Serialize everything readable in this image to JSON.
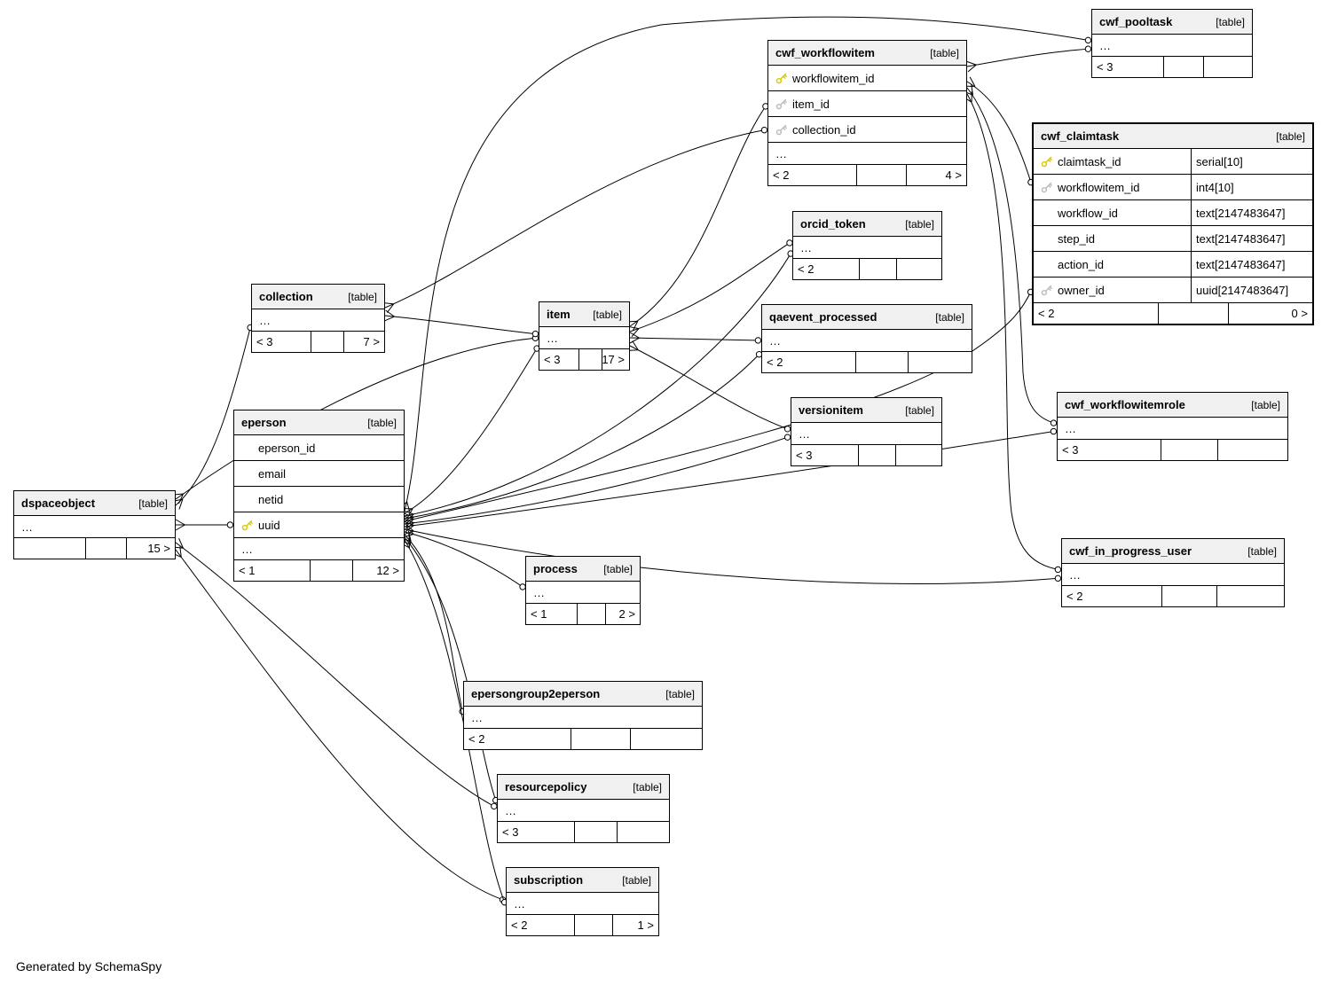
{
  "diagram": {
    "footer_note": "Generated by SchemaSpy",
    "colors": {
      "primary_key": "#dcc800",
      "foreign_key": "#bdbdbd",
      "header_background": "#f0f0f0",
      "line": "#000000"
    },
    "tables": [
      {
        "id": "dspaceobject",
        "title": "dspaceobject",
        "tag": "[table]",
        "columns": 1,
        "emphasized": false,
        "rows": [
          {
            "name": "…"
          }
        ],
        "footer": {
          "left": "",
          "mid": "",
          "right": "15 >"
        }
      },
      {
        "id": "eperson",
        "title": "eperson",
        "tag": "[table]",
        "columns": 1,
        "emphasized": false,
        "rows": [
          {
            "name": "eperson_id"
          },
          {
            "name": "email"
          },
          {
            "name": "netid"
          },
          {
            "name": "uuid",
            "key": "pk"
          },
          {
            "name": "…"
          }
        ],
        "footer": {
          "left": "< 1",
          "mid": "",
          "right": "12 >"
        }
      },
      {
        "id": "collection",
        "title": "collection",
        "tag": "[table]",
        "columns": 1,
        "emphasized": false,
        "rows": [
          {
            "name": "…"
          }
        ],
        "footer": {
          "left": "< 3",
          "mid": "",
          "right": "7 >"
        }
      },
      {
        "id": "item",
        "title": "item",
        "tag": "[table]",
        "columns": 1,
        "emphasized": false,
        "rows": [
          {
            "name": "…"
          }
        ],
        "footer": {
          "left": "< 3",
          "mid": "",
          "right": "17 >"
        }
      },
      {
        "id": "cwf_workflowitem",
        "title": "cwf_workflowitem",
        "tag": "[table]",
        "columns": 1,
        "emphasized": false,
        "rows": [
          {
            "name": "workflowitem_id",
            "key": "pk"
          },
          {
            "name": "item_id",
            "key": "fk"
          },
          {
            "name": "collection_id",
            "key": "fk"
          },
          {
            "name": "…"
          }
        ],
        "footer": {
          "left": "< 2",
          "mid": "",
          "right": "4 >"
        }
      },
      {
        "id": "cwf_pooltask",
        "title": "cwf_pooltask",
        "tag": "[table]",
        "columns": 1,
        "emphasized": false,
        "rows": [
          {
            "name": "…"
          }
        ],
        "footer": {
          "left": "< 3",
          "mid": "",
          "right": ""
        }
      },
      {
        "id": "cwf_claimtask",
        "title": "cwf_claimtask",
        "tag": "[table]",
        "columns": 2,
        "emphasized": true,
        "rows": [
          {
            "name": "claimtask_id",
            "key": "pk",
            "type": "serial[10]"
          },
          {
            "name": "workflowitem_id",
            "key": "fk",
            "type": "int4[10]"
          },
          {
            "name": "workflow_id",
            "type": "text[2147483647]"
          },
          {
            "name": "step_id",
            "type": "text[2147483647]"
          },
          {
            "name": "action_id",
            "type": "text[2147483647]"
          },
          {
            "name": "owner_id",
            "key": "fk",
            "type": "uuid[2147483647]"
          }
        ],
        "footer": {
          "left": "< 2",
          "mid": "",
          "right": "0 >"
        }
      },
      {
        "id": "orcid_token",
        "title": "orcid_token",
        "tag": "[table]",
        "columns": 1,
        "emphasized": false,
        "rows": [
          {
            "name": "…"
          }
        ],
        "footer": {
          "left": "< 2",
          "mid": "",
          "right": ""
        }
      },
      {
        "id": "qaevent_processed",
        "title": "qaevent_processed",
        "tag": "[table]",
        "columns": 1,
        "emphasized": false,
        "rows": [
          {
            "name": "…"
          }
        ],
        "footer": {
          "left": "< 2",
          "mid": "",
          "right": ""
        }
      },
      {
        "id": "versionitem",
        "title": "versionitem",
        "tag": "[table]",
        "columns": 1,
        "emphasized": false,
        "rows": [
          {
            "name": "…"
          }
        ],
        "footer": {
          "left": "< 3",
          "mid": "",
          "right": ""
        }
      },
      {
        "id": "cwf_workflowitemrole",
        "title": "cwf_workflowitemrole",
        "tag": "[table]",
        "columns": 1,
        "emphasized": false,
        "rows": [
          {
            "name": "…"
          }
        ],
        "footer": {
          "left": "< 3",
          "mid": "",
          "right": ""
        }
      },
      {
        "id": "cwf_in_progress_user",
        "title": "cwf_in_progress_user",
        "tag": "[table]",
        "columns": 1,
        "emphasized": false,
        "rows": [
          {
            "name": "…"
          }
        ],
        "footer": {
          "left": "< 2",
          "mid": "",
          "right": ""
        }
      },
      {
        "id": "process",
        "title": "process",
        "tag": "[table]",
        "columns": 1,
        "emphasized": false,
        "rows": [
          {
            "name": "…"
          }
        ],
        "footer": {
          "left": "< 1",
          "mid": "",
          "right": "2 >"
        }
      },
      {
        "id": "epersongroup2eperson",
        "title": "epersongroup2eperson",
        "tag": "[table]",
        "columns": 1,
        "emphasized": false,
        "rows": [
          {
            "name": "…"
          }
        ],
        "footer": {
          "left": "< 2",
          "mid": "",
          "right": ""
        }
      },
      {
        "id": "resourcepolicy",
        "title": "resourcepolicy",
        "tag": "[table]",
        "columns": 1,
        "emphasized": false,
        "rows": [
          {
            "name": "…"
          }
        ],
        "footer": {
          "left": "< 3",
          "mid": "",
          "right": ""
        }
      },
      {
        "id": "subscription",
        "title": "subscription",
        "tag": "[table]",
        "columns": 1,
        "emphasized": false,
        "rows": [
          {
            "name": "…"
          }
        ],
        "footer": {
          "left": "< 2",
          "mid": "",
          "right": "1 >"
        }
      }
    ],
    "relationships": [
      {
        "from": "dspaceobject",
        "to": "eperson"
      },
      {
        "from": "dspaceobject",
        "to": "collection"
      },
      {
        "from": "dspaceobject",
        "to": "item"
      },
      {
        "from": "dspaceobject",
        "to": "resourcepolicy"
      },
      {
        "from": "dspaceobject",
        "to": "subscription"
      },
      {
        "from": "eperson",
        "to": "item"
      },
      {
        "from": "eperson",
        "to": "process"
      },
      {
        "from": "eperson",
        "to": "epersongroup2eperson"
      },
      {
        "from": "eperson",
        "to": "resourcepolicy"
      },
      {
        "from": "eperson",
        "to": "subscription"
      },
      {
        "from": "eperson",
        "to": "orcid_token"
      },
      {
        "from": "eperson",
        "to": "qaevent_processed"
      },
      {
        "from": "eperson",
        "to": "versionitem"
      },
      {
        "from": "eperson",
        "to": "cwf_workflowitemrole"
      },
      {
        "from": "eperson",
        "to": "cwf_in_progress_user"
      },
      {
        "from": "eperson",
        "to": "cwf_claimtask"
      },
      {
        "from": "eperson",
        "to": "cwf_pooltask"
      },
      {
        "from": "collection",
        "to": "item"
      },
      {
        "from": "collection",
        "to": "cwf_workflowitem"
      },
      {
        "from": "item",
        "to": "cwf_workflowitem"
      },
      {
        "from": "item",
        "to": "orcid_token"
      },
      {
        "from": "item",
        "to": "qaevent_processed"
      },
      {
        "from": "item",
        "to": "versionitem"
      },
      {
        "from": "cwf_workflowitem",
        "to": "cwf_pooltask"
      },
      {
        "from": "cwf_workflowitem",
        "to": "cwf_claimtask"
      },
      {
        "from": "cwf_workflowitem",
        "to": "cwf_workflowitemrole"
      },
      {
        "from": "cwf_workflowitem",
        "to": "cwf_in_progress_user"
      }
    ]
  }
}
